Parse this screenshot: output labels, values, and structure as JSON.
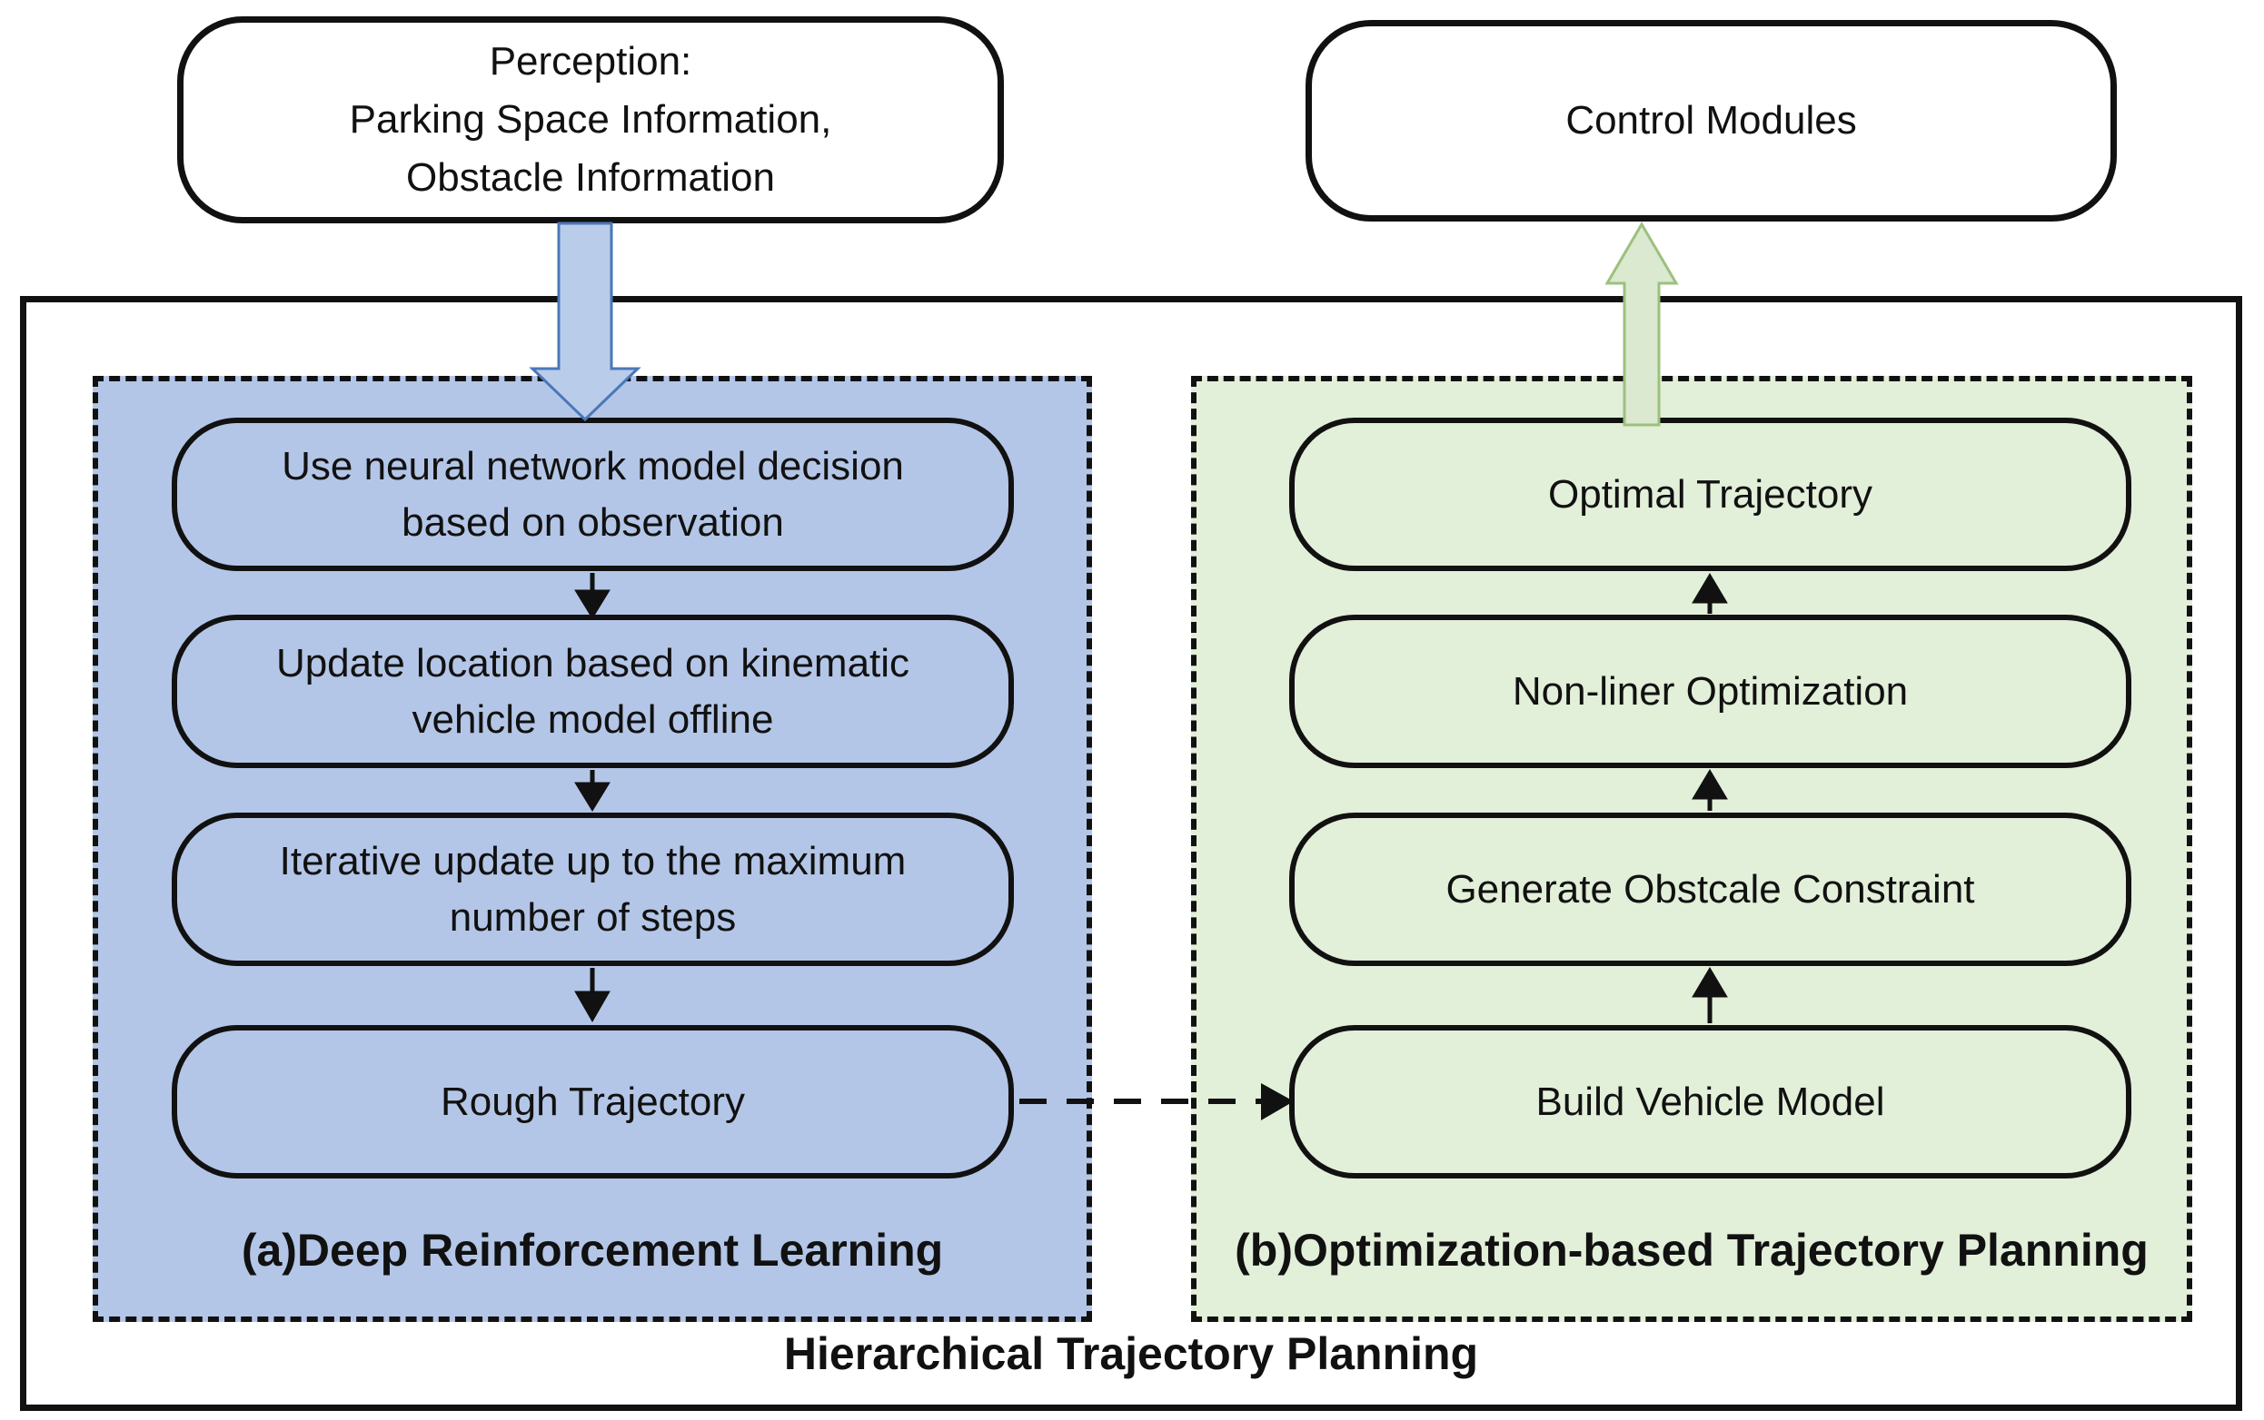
{
  "top": {
    "perception": "Perception:\nParking Space Information,\nObstacle Information",
    "control": "Control Modules"
  },
  "outer": {
    "caption": "Hierarchical Trajectory Planning"
  },
  "drl_panel": {
    "caption": "(a)Deep Reinforcement Learning",
    "steps": [
      {
        "label": "Use neural network model decision\nbased on observation"
      },
      {
        "label": "Update location based on kinematic\nvehicle model offline"
      },
      {
        "label": "Iterative update up to the maximum\nnumber of steps"
      },
      {
        "label": "Rough Trajectory"
      }
    ]
  },
  "opt_panel": {
    "caption": "(b)Optimization-based Trajectory Planning",
    "steps": [
      {
        "label": "Optimal Trajectory"
      },
      {
        "label": "Non-liner Optimization"
      },
      {
        "label": "Generate Obstcale Constraint"
      },
      {
        "label": "Build Vehicle Model"
      }
    ]
  },
  "icons": {
    "flow_down_arrow": "big-down-arrow-icon",
    "flow_up_arrow": "big-up-arrow-icon",
    "step_arrows": "small-arrow-icons",
    "handoff_arrow": "dashed-right-arrow-icon"
  },
  "colors": {
    "panel_blue": "#b4c6e7",
    "panel_green": "#e2efd9",
    "arrow_blue_fill": "#b9cce9",
    "arrow_blue_stroke": "#4a78b8",
    "arrow_green_fill": "#dbe9d0",
    "arrow_green_stroke": "#9cc07e",
    "line_black": "#111111"
  }
}
